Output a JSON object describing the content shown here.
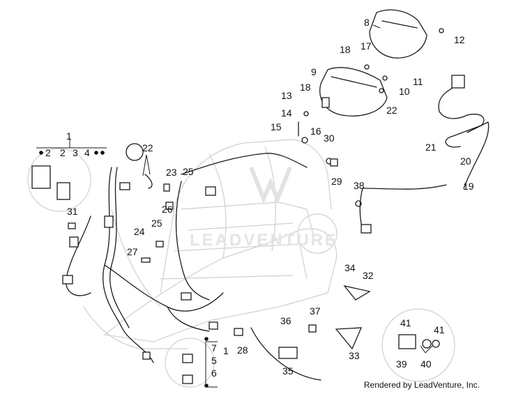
{
  "watermark": "LEADVENTURE",
  "credit": "Rendered by LeadVenture, Inc.",
  "callouts": {
    "c1a": "1",
    "c1b": "1",
    "c2a": "2",
    "c2b": "2",
    "c3": "3",
    "c4": "4",
    "c5": "5",
    "c6": "6",
    "c7": "7",
    "c8": "8",
    "c9": "9",
    "c10": "10",
    "c11": "11",
    "c12": "12",
    "c13": "13",
    "c14": "14",
    "c15": "15",
    "c16": "16",
    "c17": "17",
    "c18a": "18",
    "c18b": "18",
    "c19": "19",
    "c20": "20",
    "c21": "21",
    "c22a": "22",
    "c22b": "22",
    "c23": "23",
    "c24": "24",
    "c25a": "25",
    "c25b": "25",
    "c26": "26",
    "c27": "27",
    "c28": "28",
    "c29": "29",
    "c30": "30",
    "c31": "31",
    "c32": "32",
    "c33": "33",
    "c34": "34",
    "c35": "35",
    "c36": "36",
    "c37": "37",
    "c38": "38",
    "c39": "39",
    "c40": "40",
    "c41a": "41",
    "c41b": "41"
  }
}
